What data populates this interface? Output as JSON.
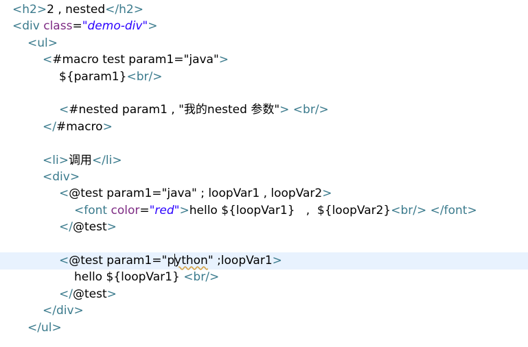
{
  "editor": {
    "lines": [
      {
        "indent": 18,
        "tokens": [
          {
            "k": "tag",
            "t": "<h2>"
          },
          {
            "k": "txt",
            "t": "2 , nested"
          },
          {
            "k": "tag",
            "t": "</h2>"
          }
        ]
      },
      {
        "indent": 18,
        "tokens": [
          {
            "k": "tag",
            "t": "<div "
          },
          {
            "k": "attr",
            "t": "class"
          },
          {
            "k": "eq",
            "t": "="
          },
          {
            "k": "val",
            "t": "\"demo-div\""
          },
          {
            "k": "tag",
            "t": ">"
          }
        ]
      },
      {
        "indent": 40,
        "tokens": [
          {
            "k": "tag",
            "t": "<ul>"
          }
        ]
      },
      {
        "indent": 62,
        "tokens": [
          {
            "k": "tag",
            "t": "<"
          },
          {
            "k": "txt",
            "t": "#macro test param1=\"java\""
          },
          {
            "k": "tag",
            "t": ">"
          }
        ]
      },
      {
        "indent": 86,
        "tokens": [
          {
            "k": "txt",
            "t": "${param1}"
          },
          {
            "k": "tag",
            "t": "<br/>"
          }
        ]
      },
      {
        "indent": 0,
        "tokens": []
      },
      {
        "indent": 86,
        "tokens": [
          {
            "k": "tag",
            "t": "<"
          },
          {
            "k": "txt",
            "t": "#nested param1 , \"我的nested 参数\""
          },
          {
            "k": "tag",
            "t": "> <br/>"
          }
        ]
      },
      {
        "indent": 62,
        "tokens": [
          {
            "k": "tag",
            "t": "</"
          },
          {
            "k": "txt",
            "t": "#macro"
          },
          {
            "k": "tag",
            "t": ">"
          }
        ]
      },
      {
        "indent": 0,
        "tokens": []
      },
      {
        "indent": 62,
        "tokens": [
          {
            "k": "tag",
            "t": "<li>"
          },
          {
            "k": "txt",
            "t": "调用"
          },
          {
            "k": "tag",
            "t": "</li>"
          }
        ]
      },
      {
        "indent": 62,
        "tokens": [
          {
            "k": "tag",
            "t": "<div>"
          }
        ]
      },
      {
        "indent": 86,
        "tokens": [
          {
            "k": "tag",
            "t": "<"
          },
          {
            "k": "txt",
            "t": "@test param1=\"java\" ; loopVar1 , loopVar2"
          },
          {
            "k": "tag",
            "t": ">"
          }
        ]
      },
      {
        "indent": 108,
        "tokens": [
          {
            "k": "tag",
            "t": "<font "
          },
          {
            "k": "attr",
            "t": "color"
          },
          {
            "k": "eq",
            "t": "="
          },
          {
            "k": "val",
            "t": "\"red\""
          },
          {
            "k": "tag",
            "t": ">"
          },
          {
            "k": "txt",
            "t": "hello ${loopVar1}   ,  ${loopVar2}"
          },
          {
            "k": "tag",
            "t": "<br/> </font>"
          }
        ]
      },
      {
        "indent": 86,
        "tokens": [
          {
            "k": "tag",
            "t": "</"
          },
          {
            "k": "txt",
            "t": "@test"
          },
          {
            "k": "tag",
            "t": ">"
          }
        ]
      },
      {
        "indent": 0,
        "tokens": []
      },
      {
        "indent": 86,
        "current": true,
        "tokens": [
          {
            "k": "tag",
            "t": "<"
          },
          {
            "k": "txt",
            "t": "@test param1=\"p"
          },
          {
            "k": "caret"
          },
          {
            "k": "spell",
            "t": "ython"
          },
          {
            "k": "txt",
            "t": "\" ;loopVar1"
          },
          {
            "k": "tag",
            "t": ">"
          }
        ]
      },
      {
        "indent": 108,
        "tokens": [
          {
            "k": "txt",
            "t": "hello ${loopVar1} "
          },
          {
            "k": "tag",
            "t": "<br/>"
          }
        ]
      },
      {
        "indent": 86,
        "tokens": [
          {
            "k": "tag",
            "t": "</"
          },
          {
            "k": "txt",
            "t": "@test"
          },
          {
            "k": "tag",
            "t": ">"
          }
        ]
      },
      {
        "indent": 62,
        "tokens": [
          {
            "k": "tag",
            "t": "</div>"
          }
        ]
      },
      {
        "indent": 40,
        "tokens": [
          {
            "k": "tag",
            "t": "</ul>"
          }
        ]
      }
    ]
  }
}
